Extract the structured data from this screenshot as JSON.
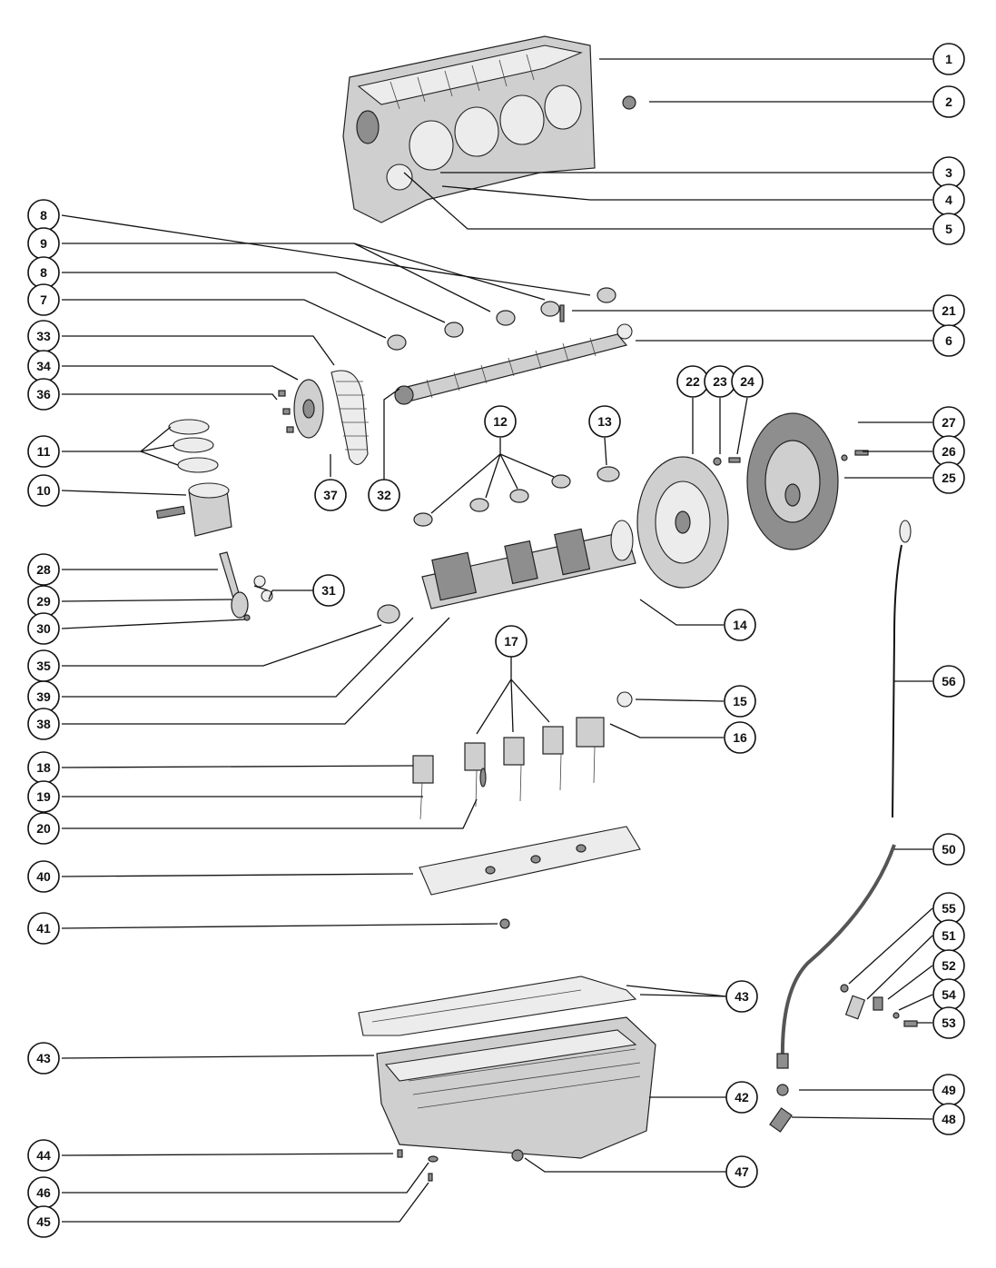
{
  "callouts": [
    "1",
    "2",
    "3",
    "4",
    "5",
    "8",
    "9",
    "8",
    "7",
    "33",
    "34",
    "36",
    "11",
    "10",
    "28",
    "29",
    "30",
    "35",
    "39",
    "38",
    "18",
    "19",
    "20",
    "40",
    "41",
    "43",
    "44",
    "46",
    "45",
    "21",
    "6",
    "22",
    "23",
    "24",
    "27",
    "26",
    "25",
    "12",
    "13",
    "31",
    "32",
    "37",
    "14",
    "17",
    "15",
    "16",
    "56",
    "50",
    "55",
    "51",
    "52",
    "54",
    "53",
    "43",
    "42",
    "47",
    "49",
    "48"
  ],
  "parts": {
    "engine_block": "engine-block",
    "camshaft": "camshaft",
    "crankshaft": "crankshaft",
    "flywheel": "flywheel",
    "coupler": "drive-coupler",
    "timing_chain": "timing-chain",
    "piston": "piston",
    "connecting_rod": "connecting-rod",
    "oil_pan": "oil-pan",
    "oil_pan_gasket": "oil-pan-gasket",
    "windage_tray": "windage-tray",
    "dipstick": "dipstick",
    "dipstick_tube": "dipstick-tube",
    "main_bearing_caps": "main-bearing-caps"
  }
}
